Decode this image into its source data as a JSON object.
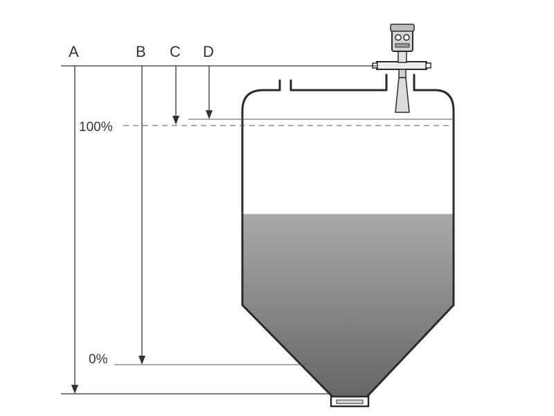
{
  "labels": {
    "a": "A",
    "b": "B",
    "c": "C",
    "d": "D",
    "level_full": "100%",
    "level_empty": "0%"
  },
  "material_level": 0.63,
  "colors": {
    "line": "#333333",
    "vessel_outline": "#2a2a2a",
    "material_top": "#a9a9a9",
    "material_bottom": "#5f5f5f",
    "sensor_body": "#d4d4d4"
  },
  "icons": {
    "sensor": "radar-level-transmitter-icon",
    "nozzle": "open-nozzle-icon",
    "outlet": "bottom-outlet-flange-icon"
  }
}
